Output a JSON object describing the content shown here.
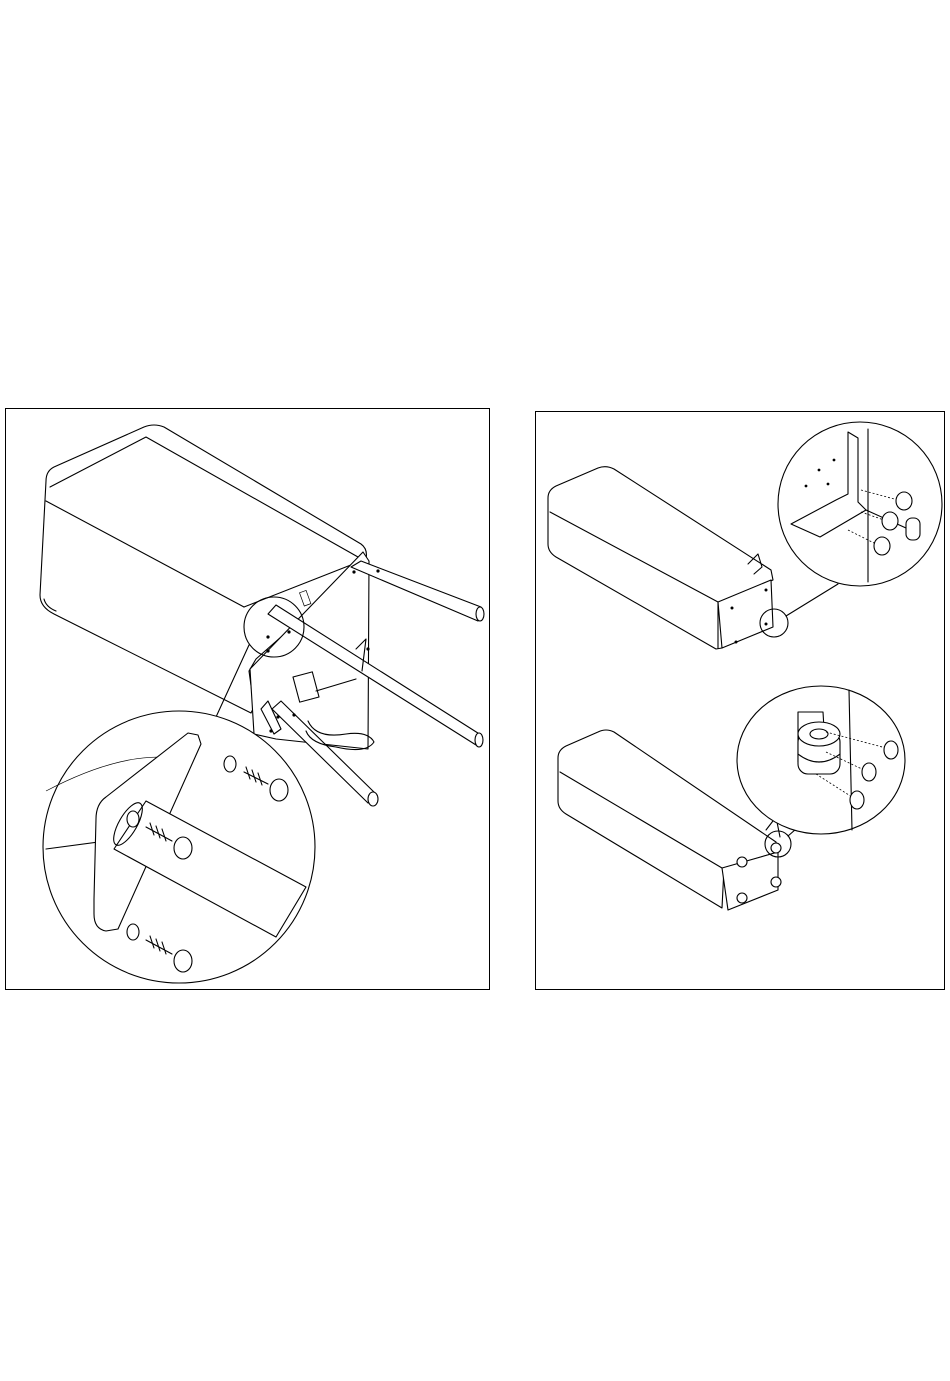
{
  "figures": [
    {
      "id": "left-panel",
      "subject": "cabinet-with-legs-assembly",
      "detail": "leg-mounting-plate-screws-and-washers"
    },
    {
      "id": "right-panel-top",
      "subject": "cabinet-with-corner-brackets",
      "detail": "corner-bracket-screws"
    },
    {
      "id": "right-panel-bottom",
      "subject": "cabinet-with-casters",
      "detail": "caster-plate-screws"
    }
  ],
  "colors": {
    "line": "#000000",
    "background": "#ffffff"
  }
}
